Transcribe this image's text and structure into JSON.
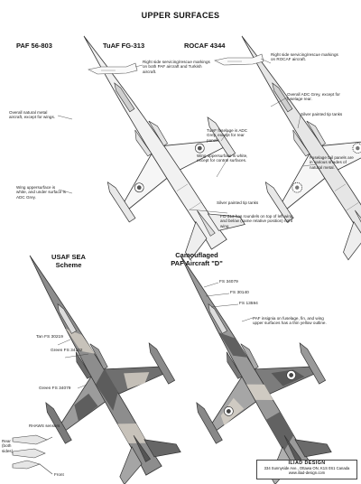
{
  "page": {
    "title": "UPPER SURFACES"
  },
  "aircraft": {
    "paf": {
      "label": "PAF 56-803"
    },
    "tuaf": {
      "label": "TuAF FG-313"
    },
    "rocaf": {
      "label": "ROCAF 4344"
    },
    "usaf": {
      "label_line1": "USAF SEA",
      "label_line2": "Scheme"
    },
    "camo": {
      "label_line1": "Camouflaged",
      "label_line2": "PAF Aircraft \"D\""
    }
  },
  "notes": {
    "right_side_paf_turk": "Right side servicing/rescue markings on both PAF aircraft and Turkish aircraft.",
    "right_side_rocaf": "Right side servicing/rescue markings on ROCAF aircraft.",
    "overall_natural_metal": "Overall natural metal aircraft, except for wings.",
    "overall_adc_grey": "Overall ADC Grey, except for fuselage rear.",
    "silver_tip_tanks_1": "Silver painted tip tanks",
    "tuaf_fuselage": "TuAF fuselage is ADC Grey, except for rear panels.",
    "wing_upper_white_control": "Wing uppersurface is white, except for control surfaces.",
    "fuselage_tail_panels": "Fuselage tail panels are in various shades of natural metal.",
    "wing_upper_white_adc": "Wing uppersurface is white, and under surface is ADC Grey.",
    "silver_tip_tanks_2": "Silver painted tip tanks",
    "fg313_roundels": "FG-313 has roundels on top of left wing, and below (same relative position) right wing",
    "paf_insignia": "PAF insignia on fuselage, fin, and wing upper surfaces has a thin yellow outline.",
    "rhaws_sensors": "RHAWS sensors",
    "rear_both_sides": "Rear (both sides)",
    "front": "Front"
  },
  "fs_codes": {
    "usaf_tan": "Tan FS 30219",
    "usaf_green1": "Green FS 34102",
    "usaf_green2": "Green FS 34079",
    "camo_34079": "FS 34079",
    "camo_30140": "FS 30140",
    "camo_13594": "FS 13594"
  },
  "credit": {
    "brand": "ILIAD DESIGN",
    "address": "334 Sunnyside Ave., Ottawa ON, K1S 0S1 Canada",
    "website": "www.iliad-design.com"
  },
  "colors": {
    "outline": "#3a3a3a",
    "metal_light": "#f2f2f2",
    "metal_mid": "#d6d6d6",
    "camo_tan": "#c9c4bc",
    "camo_green_light": "#a9a9a9",
    "camo_green_dark": "#6c6c6c",
    "camo_dark": "#555555"
  }
}
